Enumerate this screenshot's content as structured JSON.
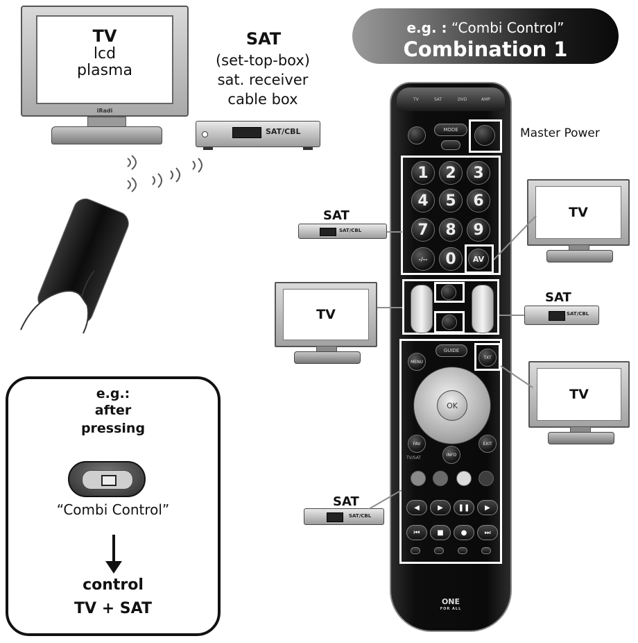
{
  "header": {
    "example_prefix": "e.g. :",
    "example_name": "“Combi Control”",
    "title": "Combination 1"
  },
  "top_tv": {
    "title": "TV",
    "line1": "lcd",
    "line2": "plasma",
    "brand": "iRadi"
  },
  "sat_block": {
    "title": "SAT",
    "line1": "(set-top-box)",
    "line2": "sat. receiver",
    "line3": "cable box",
    "box_label": "SAT/CBL"
  },
  "remote": {
    "master_power_label": "Master Power",
    "mode_labels": [
      "TV",
      "SAT",
      "DVD",
      "AMP"
    ],
    "numbers": [
      "1",
      "2",
      "3",
      "4",
      "5",
      "6",
      "7",
      "8",
      "9",
      "-/--",
      "0",
      "AV"
    ],
    "mode_button": "MODE",
    "menu_button": "MENU",
    "guide_button": "GUIDE",
    "txt_button": "TXT",
    "ok_button": "OK",
    "fav_button": "FAV",
    "exit_button": "EXIT",
    "info_button": "INFO",
    "tvsat_label": "TV/SAT",
    "logo_top": "ONE",
    "logo_bottom": "FOR ALL"
  },
  "callouts": {
    "sat_numbers": {
      "title": "SAT",
      "box_label": "SAT/CBL"
    },
    "tv_av": {
      "label": "TV"
    },
    "tv_volume": {
      "label": "TV"
    },
    "sat_channel": {
      "title": "SAT",
      "box_label": "SAT/CBL"
    },
    "tv_txt": {
      "label": "TV"
    },
    "sat_playback": {
      "title": "SAT",
      "box_label": "SAT/CBL"
    }
  },
  "info_box": {
    "line1": "e.g.:",
    "line2": "after",
    "line3": "pressing",
    "button_name": "“Combi Control”",
    "result_line1": "control",
    "result_line2": "TV + SAT"
  },
  "colors": {
    "highlight_border": "#ffffff",
    "remote_body": "#0d0d0d",
    "connector": "#8c8c8c",
    "color_key_red": "#8a8a8a",
    "color_key_green": "#6a6a6a",
    "color_key_yellow": "#dcdcdc",
    "color_key_blue": "#3d3d3d"
  }
}
